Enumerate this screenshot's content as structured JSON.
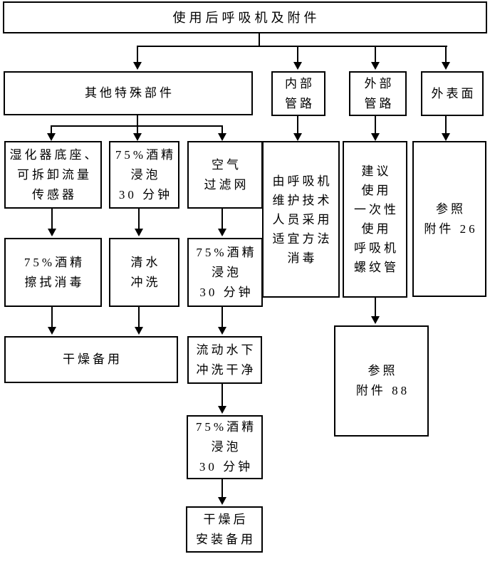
{
  "diagram": {
    "type": "flowchart",
    "language": "zh-CN",
    "background_color": "#ffffff",
    "line_color": "#000000",
    "text_color": "#000000"
  },
  "nodes": {
    "root": {
      "label": "使用后呼吸机及附件"
    },
    "other_special_parts": {
      "label": "其他特殊部件"
    },
    "internal_pipeline": {
      "label": "内部\n管路"
    },
    "external_pipeline": {
      "label": "外部\n管路"
    },
    "outer_surface": {
      "label": "外表面"
    },
    "humidifier_base_flow_sensor": {
      "label": "湿化器底座、\n可拆卸流量\n传感器"
    },
    "alcohol_soak_1": {
      "label": "75%酒精\n浸泡\n30 分钟"
    },
    "air_filter": {
      "label": "空气\n过滤网"
    },
    "maintenance_disinfect": {
      "label": "由呼吸机\n维护技术\n人员采用\n适宜方法\n消毒"
    },
    "disposable_tube_advice": {
      "label": "建议\n使用\n一次性\n使用\n呼吸机\n螺纹管"
    },
    "ref_annex_26": {
      "label": "参照\n附件 26"
    },
    "alcohol_wipe": {
      "label": "75%酒精\n擦拭消毒"
    },
    "clean_water_rinse": {
      "label": "清水\n冲洗"
    },
    "alcohol_soak_2": {
      "label": "75%酒精\n浸泡\n30 分钟"
    },
    "dry_standby": {
      "label": "干燥备用"
    },
    "running_water_rinse": {
      "label": "流动水下\n冲洗干净"
    },
    "ref_annex_88": {
      "label": "参照\n附件 88"
    },
    "alcohol_soak_3": {
      "label": "75%酒精\n浸泡\n30 分钟"
    },
    "dry_then_install": {
      "label": "干燥后\n安装备用"
    }
  },
  "edges": [
    {
      "from": "root",
      "to": "other_special_parts"
    },
    {
      "from": "root",
      "to": "internal_pipeline"
    },
    {
      "from": "root",
      "to": "external_pipeline"
    },
    {
      "from": "root",
      "to": "outer_surface"
    },
    {
      "from": "other_special_parts",
      "to": "humidifier_base_flow_sensor"
    },
    {
      "from": "other_special_parts",
      "to": "alcohol_soak_1"
    },
    {
      "from": "other_special_parts",
      "to": "air_filter"
    },
    {
      "from": "internal_pipeline",
      "to": "maintenance_disinfect"
    },
    {
      "from": "external_pipeline",
      "to": "disposable_tube_advice"
    },
    {
      "from": "outer_surface",
      "to": "ref_annex_26"
    },
    {
      "from": "humidifier_base_flow_sensor",
      "to": "alcohol_wipe"
    },
    {
      "from": "alcohol_soak_1",
      "to": "clean_water_rinse"
    },
    {
      "from": "air_filter",
      "to": "alcohol_soak_2"
    },
    {
      "from": "alcohol_wipe",
      "to": "dry_standby"
    },
    {
      "from": "clean_water_rinse",
      "to": "dry_standby"
    },
    {
      "from": "alcohol_soak_2",
      "to": "running_water_rinse"
    },
    {
      "from": "running_water_rinse",
      "to": "alcohol_soak_3"
    },
    {
      "from": "alcohol_soak_3",
      "to": "dry_then_install"
    },
    {
      "from": "disposable_tube_advice",
      "to": "ref_annex_88"
    }
  ]
}
